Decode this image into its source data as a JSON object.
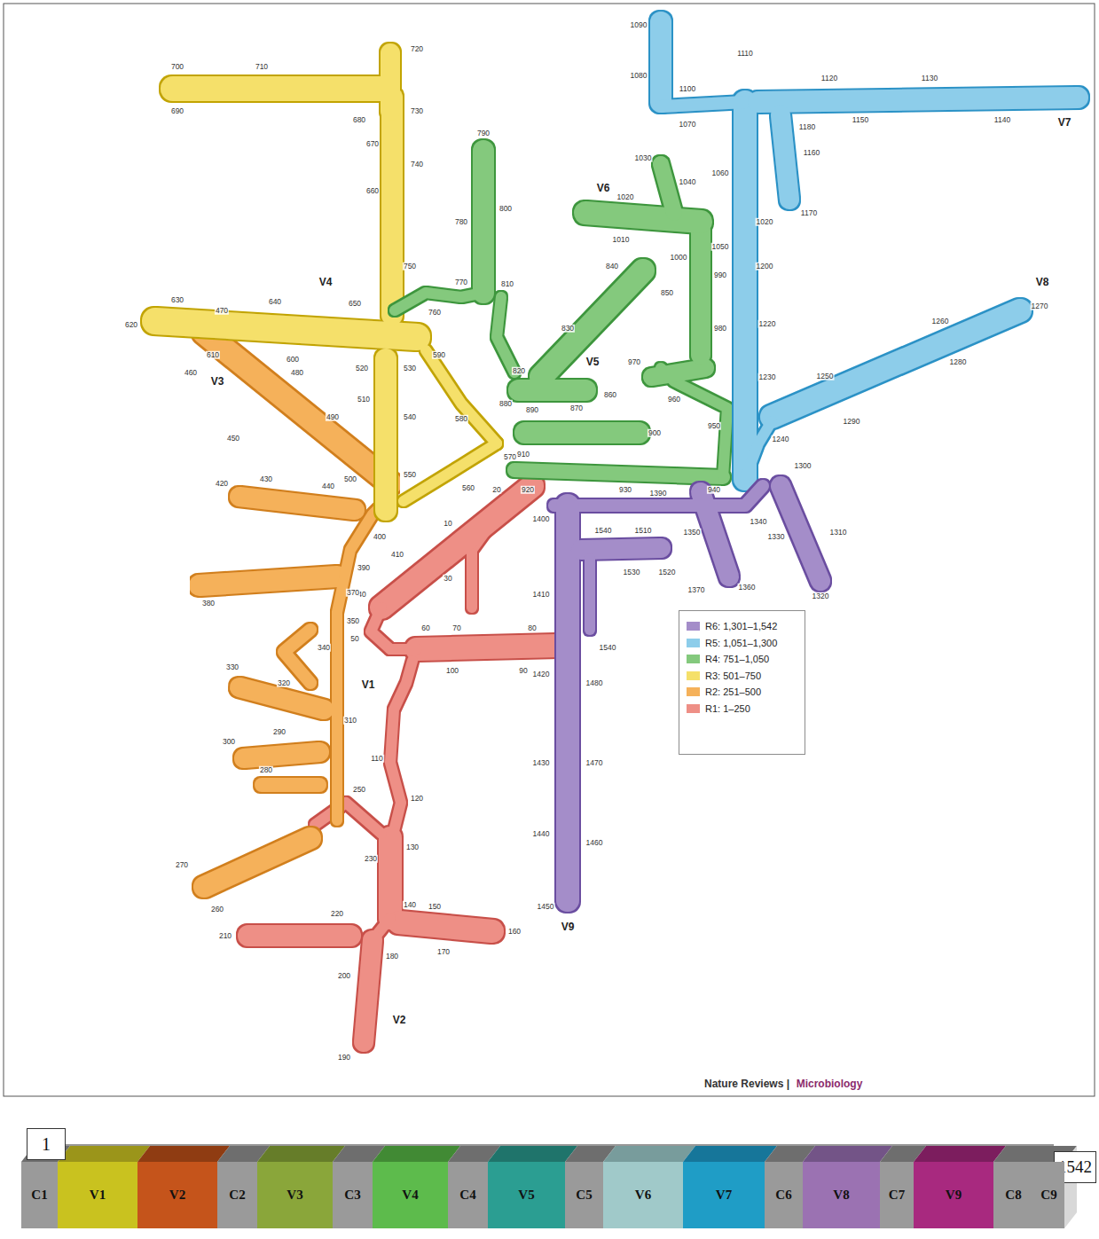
{
  "diagram": {
    "nodes": [
      {
        "text": [
          "1"
        ]
      },
      {
        "text": [
          "1542"
        ]
      },
      {
        "text": [
          "C1"
        ]
      },
      {
        "text": [
          "V1"
        ]
      },
      {
        "text": [
          "V2"
        ]
      },
      {
        "text": [
          "C2"
        ]
      },
      {
        "text": [
          "V3"
        ]
      },
      {
        "text": [
          "C3"
        ]
      },
      {
        "text": [
          "V4"
        ]
      },
      {
        "text": [
          "C4"
        ]
      },
      {
        "text": [
          "V5"
        ]
      },
      {
        "text": [
          "C5"
        ]
      },
      {
        "text": [
          "V6"
        ]
      },
      {
        "text": [
          "V7"
        ]
      },
      {
        "text": [
          "C6"
        ]
      },
      {
        "text": [
          "V8"
        ]
      },
      {
        "text": [
          "C7"
        ]
      },
      {
        "text": [
          "V9"
        ]
      },
      {
        "text": [
          "C8"
        ]
      },
      {
        "text": [
          "C9"
        ]
      }
    ],
    "labels": [
      "10",
      "20",
      "30",
      "40",
      "50",
      "60",
      "70",
      "80",
      "90",
      "100",
      "110",
      "120",
      "130",
      "140",
      "150",
      "160",
      "170",
      "180",
      "190",
      "200",
      "210",
      "220",
      "230",
      "250",
      "260",
      "270",
      "280",
      "290",
      "300",
      "310",
      "320",
      "330",
      "340",
      "350",
      "370",
      "380",
      "390",
      "400",
      "410",
      "420",
      "430",
      "440",
      "450",
      "460",
      "470",
      "480",
      "490",
      "500",
      "510",
      "520",
      "530",
      "540",
      "550",
      "560",
      "570",
      "580",
      "590",
      "600",
      "610",
      "620",
      "630",
      "640",
      "650",
      "660",
      "670",
      "680",
      "690",
      "700",
      "710",
      "720",
      "730",
      "740",
      "750",
      "760",
      "770",
      "780",
      "790",
      "800",
      "810",
      "820",
      "830",
      "840",
      "850",
      "860",
      "870",
      "880",
      "890",
      "900",
      "910",
      "920",
      "930",
      "940",
      "950",
      "960",
      "970",
      "980",
      "990",
      "1000",
      "1010",
      "1020",
      "1030",
      "1040",
      "1050",
      "1060",
      "1070",
      "1080",
      "1090",
      "1100",
      "1110",
      "1120",
      "1130",
      "1140",
      "1150",
      "1160",
      "1170",
      "1180",
      "1200",
      "1020",
      "1220",
      "1230",
      "1240",
      "1250",
      "1260",
      "1270",
      "1280",
      "1290",
      "1300",
      "1310",
      "1320",
      "1330",
      "1340",
      "1350",
      "1360",
      "1370",
      "1390",
      "1400",
      "1410",
      "1420",
      "1430",
      "1440",
      "1450",
      "1460",
      "1470",
      "1480",
      "1510",
      "1520",
      "1530",
      "1540",
      "1540",
      "V1",
      "V2",
      "V3",
      "V4",
      "V5",
      "V6",
      "V7",
      "V8",
      "V9",
      "Nature Reviews |",
      "Microbiology"
    ],
    "legend": [
      {
        "text": "R6: 1,301–1,542",
        "color": "#a48dc9"
      },
      {
        "text": "R5: 1,051–1,300",
        "color": "#8dcdea"
      },
      {
        "text": "R4: 751–1,050",
        "color": "#84c97d"
      },
      {
        "text": "R3: 501–750",
        "color": "#f5e06a"
      },
      {
        "text": "R2: 251–500",
        "color": "#f5b15a"
      },
      {
        "text": "R1: 1–250",
        "color": "#ee8f86"
      }
    ]
  }
}
